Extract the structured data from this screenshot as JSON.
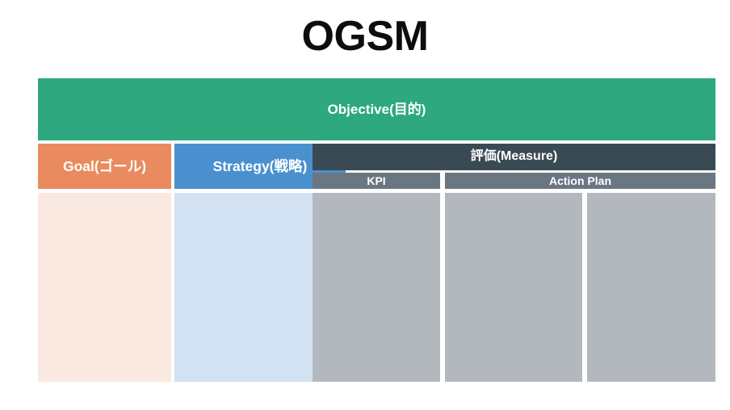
{
  "slide": {
    "title": "OGSM",
    "background_color": "#ffffff"
  },
  "colors": {
    "objective_green": "#2ea87e",
    "goal_orange": "#e98b5e",
    "goal_body_peach": "#fae9e1",
    "strategy_blue": "#4a90cf",
    "strategy_body_blue": "#d2e2f2",
    "measure_dark_slate": "#3a4a55",
    "sub_header_gray": "#6b7683",
    "body_gray": "#b2b8be",
    "title_black": "#0d0d0d",
    "header_text_white": "#ffffff"
  },
  "table": {
    "objective": {
      "label": "Objective(目的)"
    },
    "columns": [
      {
        "key": "goal",
        "label": "Goal(ゴール)",
        "body_value": ""
      },
      {
        "key": "strategy",
        "label": "Strategy(戦略)",
        "body_value": ""
      }
    ],
    "measure": {
      "label": "評価(Measure)",
      "sub_headers": [
        {
          "key": "kpi",
          "label": "KPI"
        },
        {
          "key": "action_plan",
          "label": "Action Plan"
        }
      ],
      "body_cells": [
        {
          "key": "kpi-cell",
          "value": ""
        },
        {
          "key": "action-plan-cell-1",
          "value": ""
        },
        {
          "key": "action-plan-cell-2",
          "value": ""
        }
      ]
    }
  }
}
